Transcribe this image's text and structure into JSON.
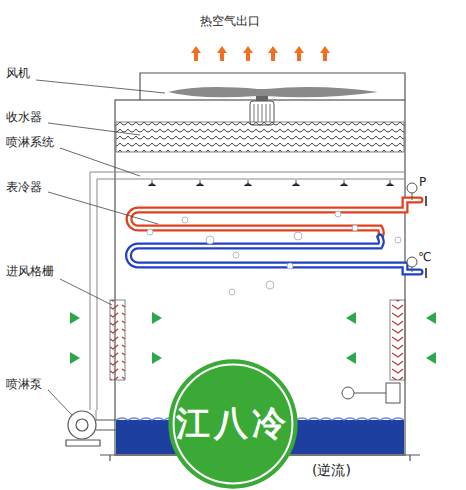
{
  "diagram": {
    "nodes": [
      {
        "text": [
          "江八冷"
        ]
      }
    ],
    "labels": [
      "热空气出口",
      "风机",
      "收水器",
      "喷淋系统",
      "表冷器",
      "进风格栅",
      "喷淋泵",
      "P",
      "℃",
      "(逆流)"
    ]
  }
}
